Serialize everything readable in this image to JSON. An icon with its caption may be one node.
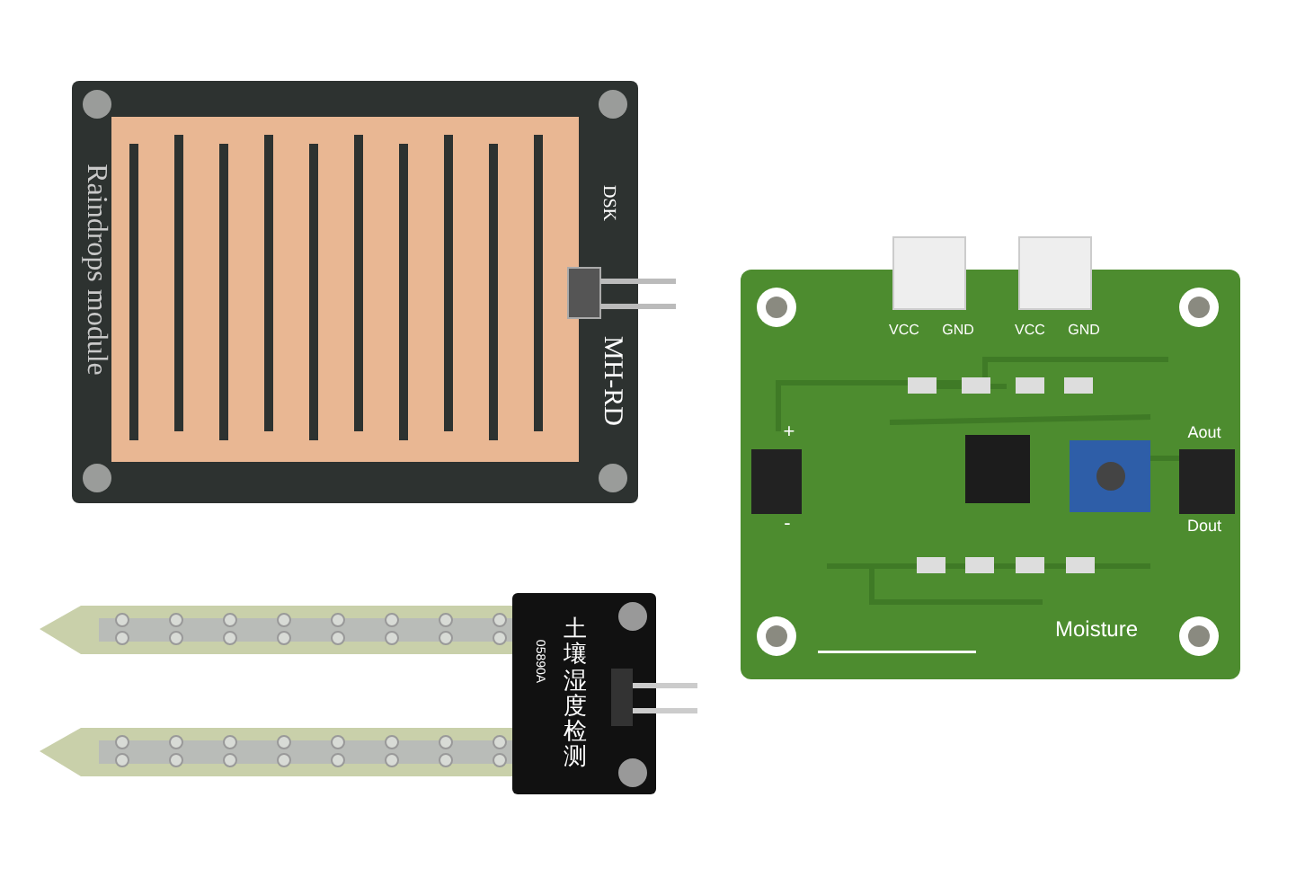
{
  "diagram": {
    "labels": [
      "DSK",
      "MH-RD",
      "Raindrops module",
      "VCC",
      "GND",
      "VCC",
      "GND",
      "+",
      "-",
      "Aout",
      "Dout",
      "Moisture",
      "土壤湿度检测",
      "05890A"
    ]
  }
}
